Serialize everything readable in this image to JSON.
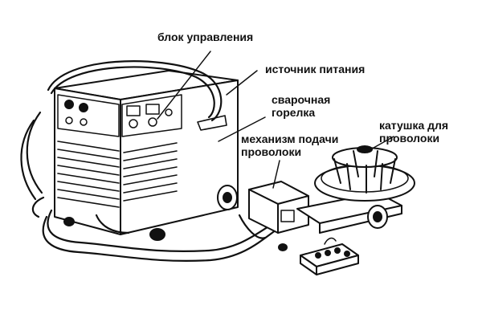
{
  "labels": {
    "control_unit": "блок управления",
    "power_source": "источник питания",
    "torch": "сварочная\nгорелка",
    "feeder": "механизм подачи\nпроволоки",
    "spool": "катушка для\nпроволоки"
  }
}
